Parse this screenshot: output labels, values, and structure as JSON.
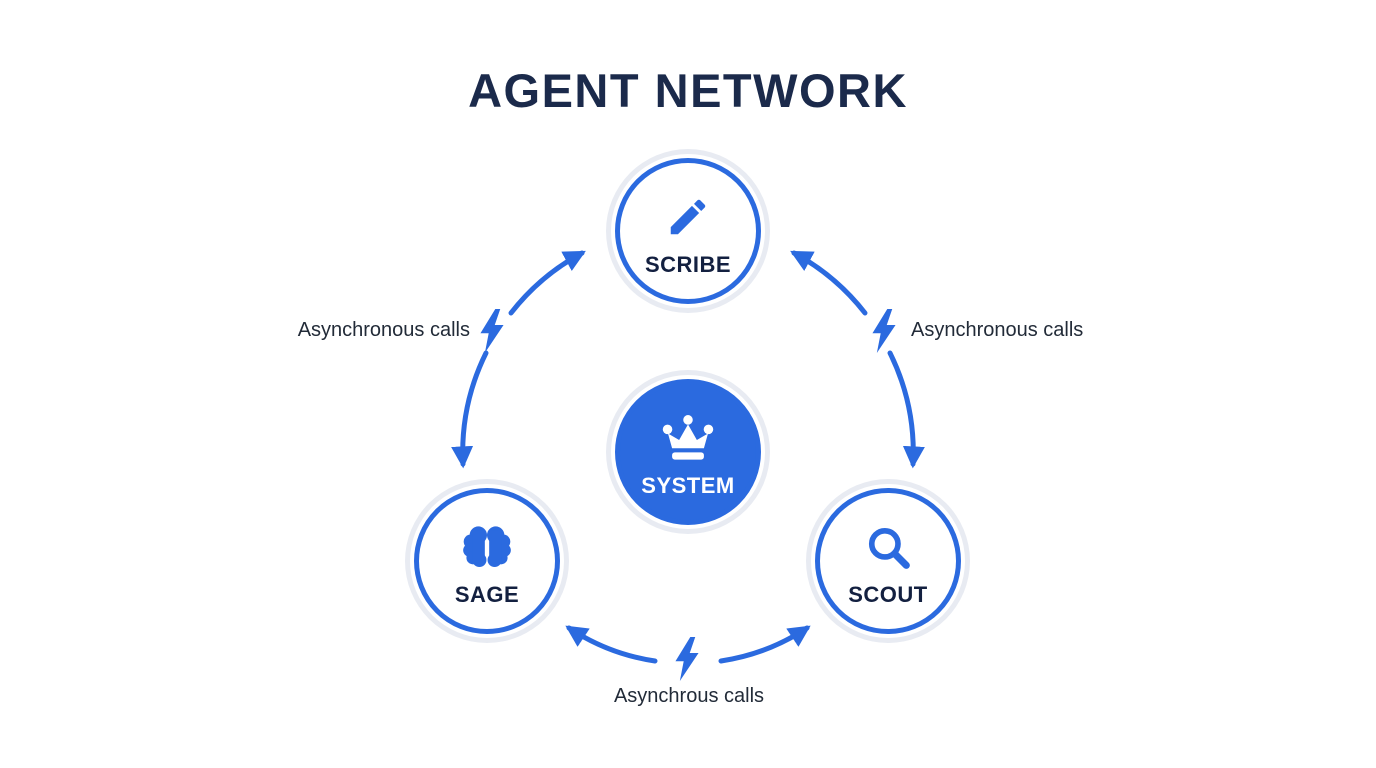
{
  "title": "AGENT NETWORK",
  "colors": {
    "accent": "#2B6ADF",
    "halo": "#E8EBF2",
    "title_text": "#1B2A4B",
    "label_text": "#222B38",
    "node_text": "#132040",
    "node_fill": "#FFFFFF",
    "center_text": "#FFFFFF"
  },
  "nodes": {
    "system": {
      "label": "SYSTEM",
      "icon": "crown-icon"
    },
    "scribe": {
      "label": "SCRIBE",
      "icon": "pencil-icon"
    },
    "sage": {
      "label": "SAGE",
      "icon": "brain-icon"
    },
    "scout": {
      "label": "SCOUT",
      "icon": "search-icon"
    }
  },
  "edges": {
    "scribe_sage": {
      "label": "Asynchronous calls",
      "icon": "lightning-icon"
    },
    "scribe_scout": {
      "label": "Asynchronous calls",
      "icon": "lightning-icon"
    },
    "sage_scout": {
      "label": "Asynchrous calls",
      "icon": "lightning-icon"
    }
  }
}
